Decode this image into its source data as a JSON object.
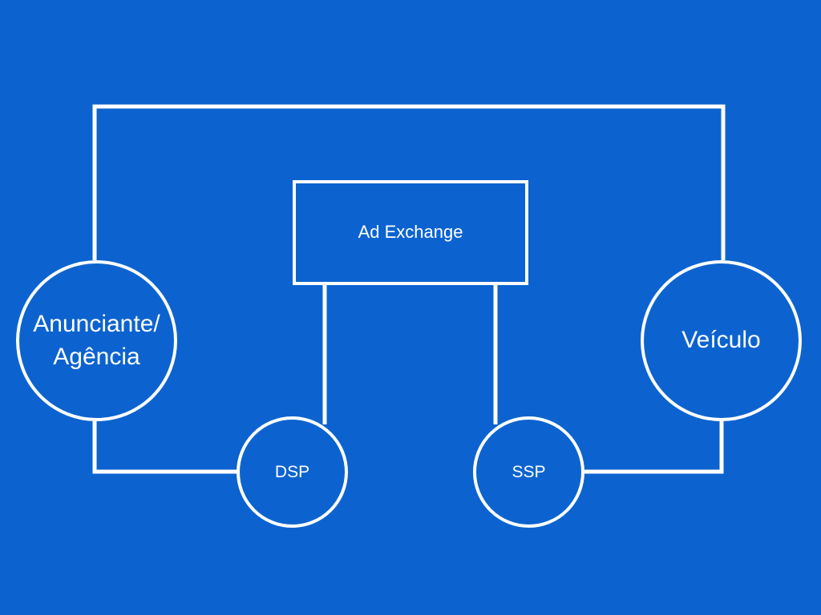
{
  "nodes": {
    "advertiser": "Anunciante/\nAgência",
    "publisher": "Veículo",
    "exchange": "Ad Exchange",
    "dsp": "DSP",
    "ssp": "SSP"
  },
  "colors": {
    "background": "#0c63d0",
    "line": "#ffffff"
  }
}
